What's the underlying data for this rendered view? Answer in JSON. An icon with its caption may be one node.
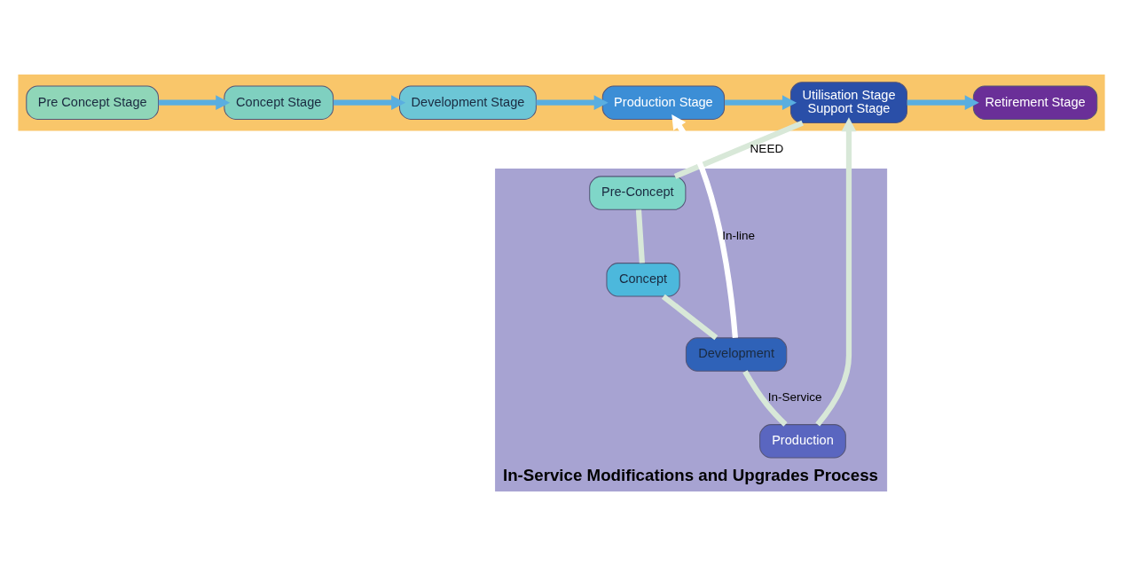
{
  "diagram": {
    "nodes": [
      {
        "text": [],
        "shape": "box"
      },
      {
        "text": [
          "Pre Concept Stage"
        ],
        "in": 0
      },
      {
        "text": [
          "Concept Stage"
        ],
        "in": 0
      },
      {
        "text": [
          "Development Stage"
        ],
        "in": 0
      },
      {
        "text": [
          "Production Stage"
        ],
        "in": 0
      },
      {
        "text": [
          "Utilisation Stage",
          "Support Stage"
        ],
        "in": 0
      },
      {
        "text": [
          "Retirement Stage"
        ],
        "in": 0
      },
      {
        "text": [
          "In-Service Modifications and Upgrades Process"
        ]
      },
      {
        "text": [
          "Pre-Concept"
        ],
        "in": 7
      },
      {
        "text": [
          "Concept"
        ],
        "in": 7
      },
      {
        "text": [
          "Development"
        ],
        "in": 7
      },
      {
        "text": [
          "Production"
        ],
        "in": 7
      }
    ],
    "edges": [
      {
        "from": 1,
        "to": 2,
        "arrow": "to",
        "color": "#5aaee0"
      },
      {
        "from": 2,
        "to": 3,
        "arrow": "to",
        "color": "#5aaee0"
      },
      {
        "from": 3,
        "to": 4,
        "arrow": "to",
        "color": "#5aaee0"
      },
      {
        "from": 4,
        "to": 5,
        "arrow": "to",
        "color": "#5aaee0"
      },
      {
        "from": 5,
        "to": 6,
        "arrow": "to",
        "color": "#5aaee0"
      },
      {
        "from": 5,
        "to": 8,
        "arrow": "none",
        "label": "NEED",
        "color": "#d8e8d8"
      },
      {
        "from": 8,
        "to": 9,
        "arrow": "none",
        "color": "#d8e8d8"
      },
      {
        "from": 9,
        "to": 10,
        "arrow": "none",
        "color": "#d8e8d8"
      },
      {
        "from": 10,
        "to": 11,
        "arrow": "none",
        "label": "In-Service",
        "color": "#d8e8d8"
      },
      {
        "from": 11,
        "to": 5,
        "arrow": "to",
        "color": "#d8e8d8"
      },
      {
        "from": 10,
        "to": 4,
        "arrow": "to",
        "label": "In-line",
        "color": "#ffffff"
      }
    ]
  }
}
